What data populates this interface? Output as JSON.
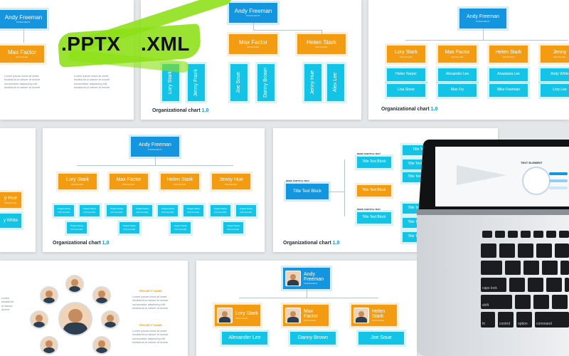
{
  "brand": {
    "accent_blue": "#1495e0",
    "accent_orange": "#f39c12",
    "accent_cyan": "#14c4e6",
    "highlight_green": "#8ce014"
  },
  "badges": {
    "pptx": ".PPTX",
    "xml": ".XML"
  },
  "common": {
    "manager": "MANAGER",
    "president": "PRESIDENT",
    "caption_title": "Organizational chart",
    "caption_version": "1.0"
  },
  "slide1": {
    "head": "Andy Freeman",
    "mid": "Max Factor",
    "text_lines": [
      "Lorem ipsum dolor sit amet,",
      "incididunt ut labore et dolore",
      "consectetur adipiscing elit,",
      "incididunt ut labore et dolore"
    ],
    "text_lines2": [
      "Lorem ipsum dolor sit amet,",
      "incididunt ut labore et dolore",
      "consectetur adipiscing elit,",
      "incididunt ut labore et dolore"
    ]
  },
  "slide2": {
    "head": "Andy Freeman",
    "managers": [
      "Max Factor",
      "Helen Stark"
    ],
    "staff": [
      "Lory Stark",
      "Jenny Frank",
      "Joe Soue",
      "Danny Brown",
      "Jenny Hue",
      "Alex Lee"
    ]
  },
  "slide3": {
    "head": "Andy Freeman",
    "managers": [
      "Lory Stark",
      "Max Factor",
      "Helen Stark",
      "Jenny"
    ],
    "staff": [
      "Helen Harper",
      "Alexander Lee",
      "Anastasia Lee",
      "Andy White",
      "Lisa Stone",
      "Max Fry",
      "Mike Freeman",
      "Lory Lee"
    ]
  },
  "slide4": {
    "managers": [
      "y Hue"
    ],
    "staff": [
      "y White"
    ]
  },
  "slide5": {
    "head": "Andy Freeman",
    "managers": [
      "Lory Stark",
      "Max Factor",
      "Helen Stark",
      "Jenny Hue"
    ],
    "project_label": "Project Name",
    "project_sub": "MANAGER"
  },
  "slide6": {
    "main": "Title Text Block",
    "label": "DEMO SUBTITLE TEXT",
    "blocks": [
      "Title Text Block",
      "Title Text Block",
      "Title Text Block"
    ],
    "right": [
      "Title Text",
      "Title Text Block",
      "Title Text Block",
      "Title Text Block",
      "Title Text Block",
      "Title Text Block"
    ]
  },
  "slide7": {
    "project_label": "PROJECT NAME",
    "text_lines": [
      "Lorem ipsum dolor sit amet,",
      "incididunt ut labore et dolore",
      "consectetur adipiscing elit,",
      "incididunt ut labore et dolore"
    ],
    "left_lines": [
      "Lorem",
      "incididunt",
      "ut labore",
      "dolore"
    ]
  },
  "slide8": {
    "head_first": "Andy",
    "head_last": "Freeman",
    "managers": [
      {
        "first": "Lory Stark",
        "last": ""
      },
      {
        "first": "Max",
        "last": "Factor"
      },
      {
        "first": "Helen",
        "last": "Stark"
      }
    ],
    "staff": [
      "Alexander Lee",
      "Danny Brown",
      "Joe Soue"
    ]
  },
  "laptop": {
    "screen_title": "TEXT ELEMENT",
    "keys": [
      "caps lock",
      "shift",
      "fn",
      "control",
      "option",
      "command"
    ]
  }
}
